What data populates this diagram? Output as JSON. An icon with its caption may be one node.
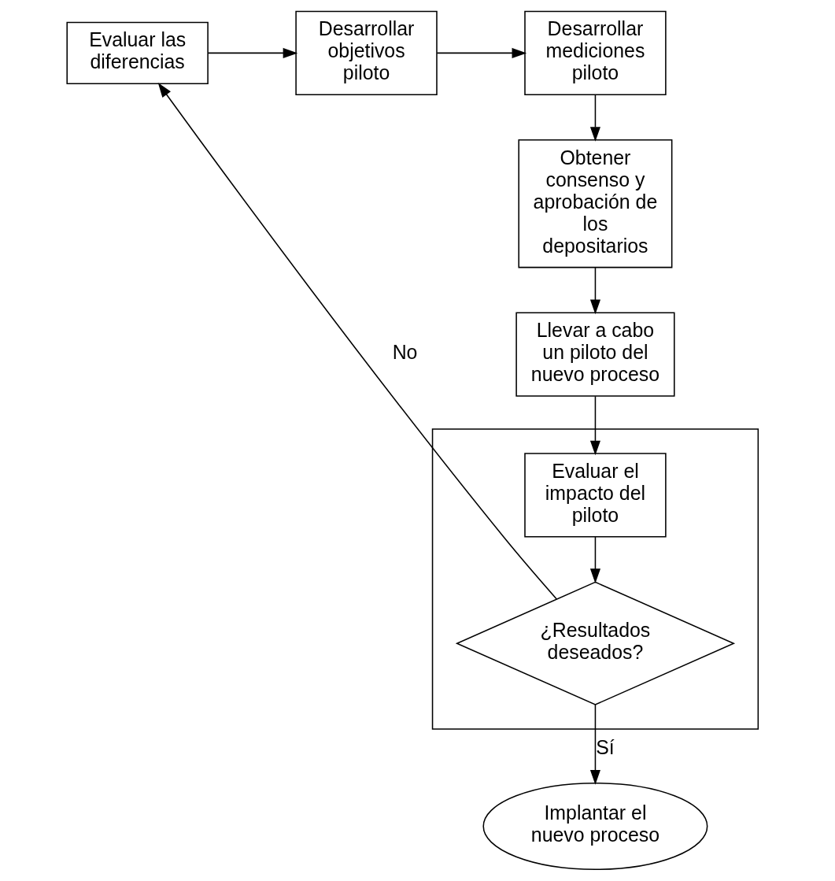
{
  "diagram": {
    "nodes": [
      {
        "text": [
          "Evaluar las diferencias"
        ]
      },
      {
        "text": [
          "Desarrollar objetivos piloto"
        ]
      },
      {
        "text": [
          "Desarrollar mediciones piloto"
        ]
      },
      {
        "text": [
          "Obtener consenso y aprobación de los depositarios"
        ]
      },
      {
        "text": [
          "Llevar a cabo un piloto del nuevo proceso"
        ]
      },
      {
        "text": [],
        "shape": "box"
      },
      {
        "text": [
          "Evaluar el impacto del piloto"
        ],
        "in": 5
      },
      {
        "text": [
          "¿Resultados deseados?"
        ],
        "in": 5
      },
      {
        "text": [
          "Implantar el nuevo proceso"
        ]
      }
    ],
    "edges": [
      {
        "from": 0,
        "to": 1,
        "arrow": "to"
      },
      {
        "from": 1,
        "to": 2,
        "arrow": "to"
      },
      {
        "from": 2,
        "to": 3,
        "arrow": "to"
      },
      {
        "from": 3,
        "to": 4,
        "arrow": "to"
      },
      {
        "from": 4,
        "to": 6,
        "arrow": "to"
      },
      {
        "from": 6,
        "to": 7,
        "arrow": "to"
      },
      {
        "from": 7,
        "to": 0,
        "label": "No",
        "arrow": "to"
      },
      {
        "from": 7,
        "to": 8,
        "label": "Sí",
        "arrow": "to"
      }
    ]
  }
}
